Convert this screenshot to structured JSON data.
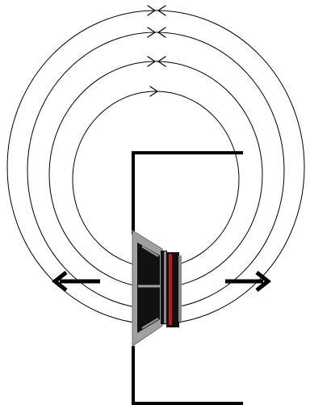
{
  "diagram": {
    "kind": "loudspeaker-dipole-soundwave",
    "rings": 4,
    "arrows": [
      "left",
      "right"
    ],
    "colors": {
      "background": "#ffffff",
      "lines": "#000000",
      "speaker_frame": "#a0a0a0",
      "speaker_cone": "#111111",
      "voice_coil": "#c01818"
    }
  }
}
